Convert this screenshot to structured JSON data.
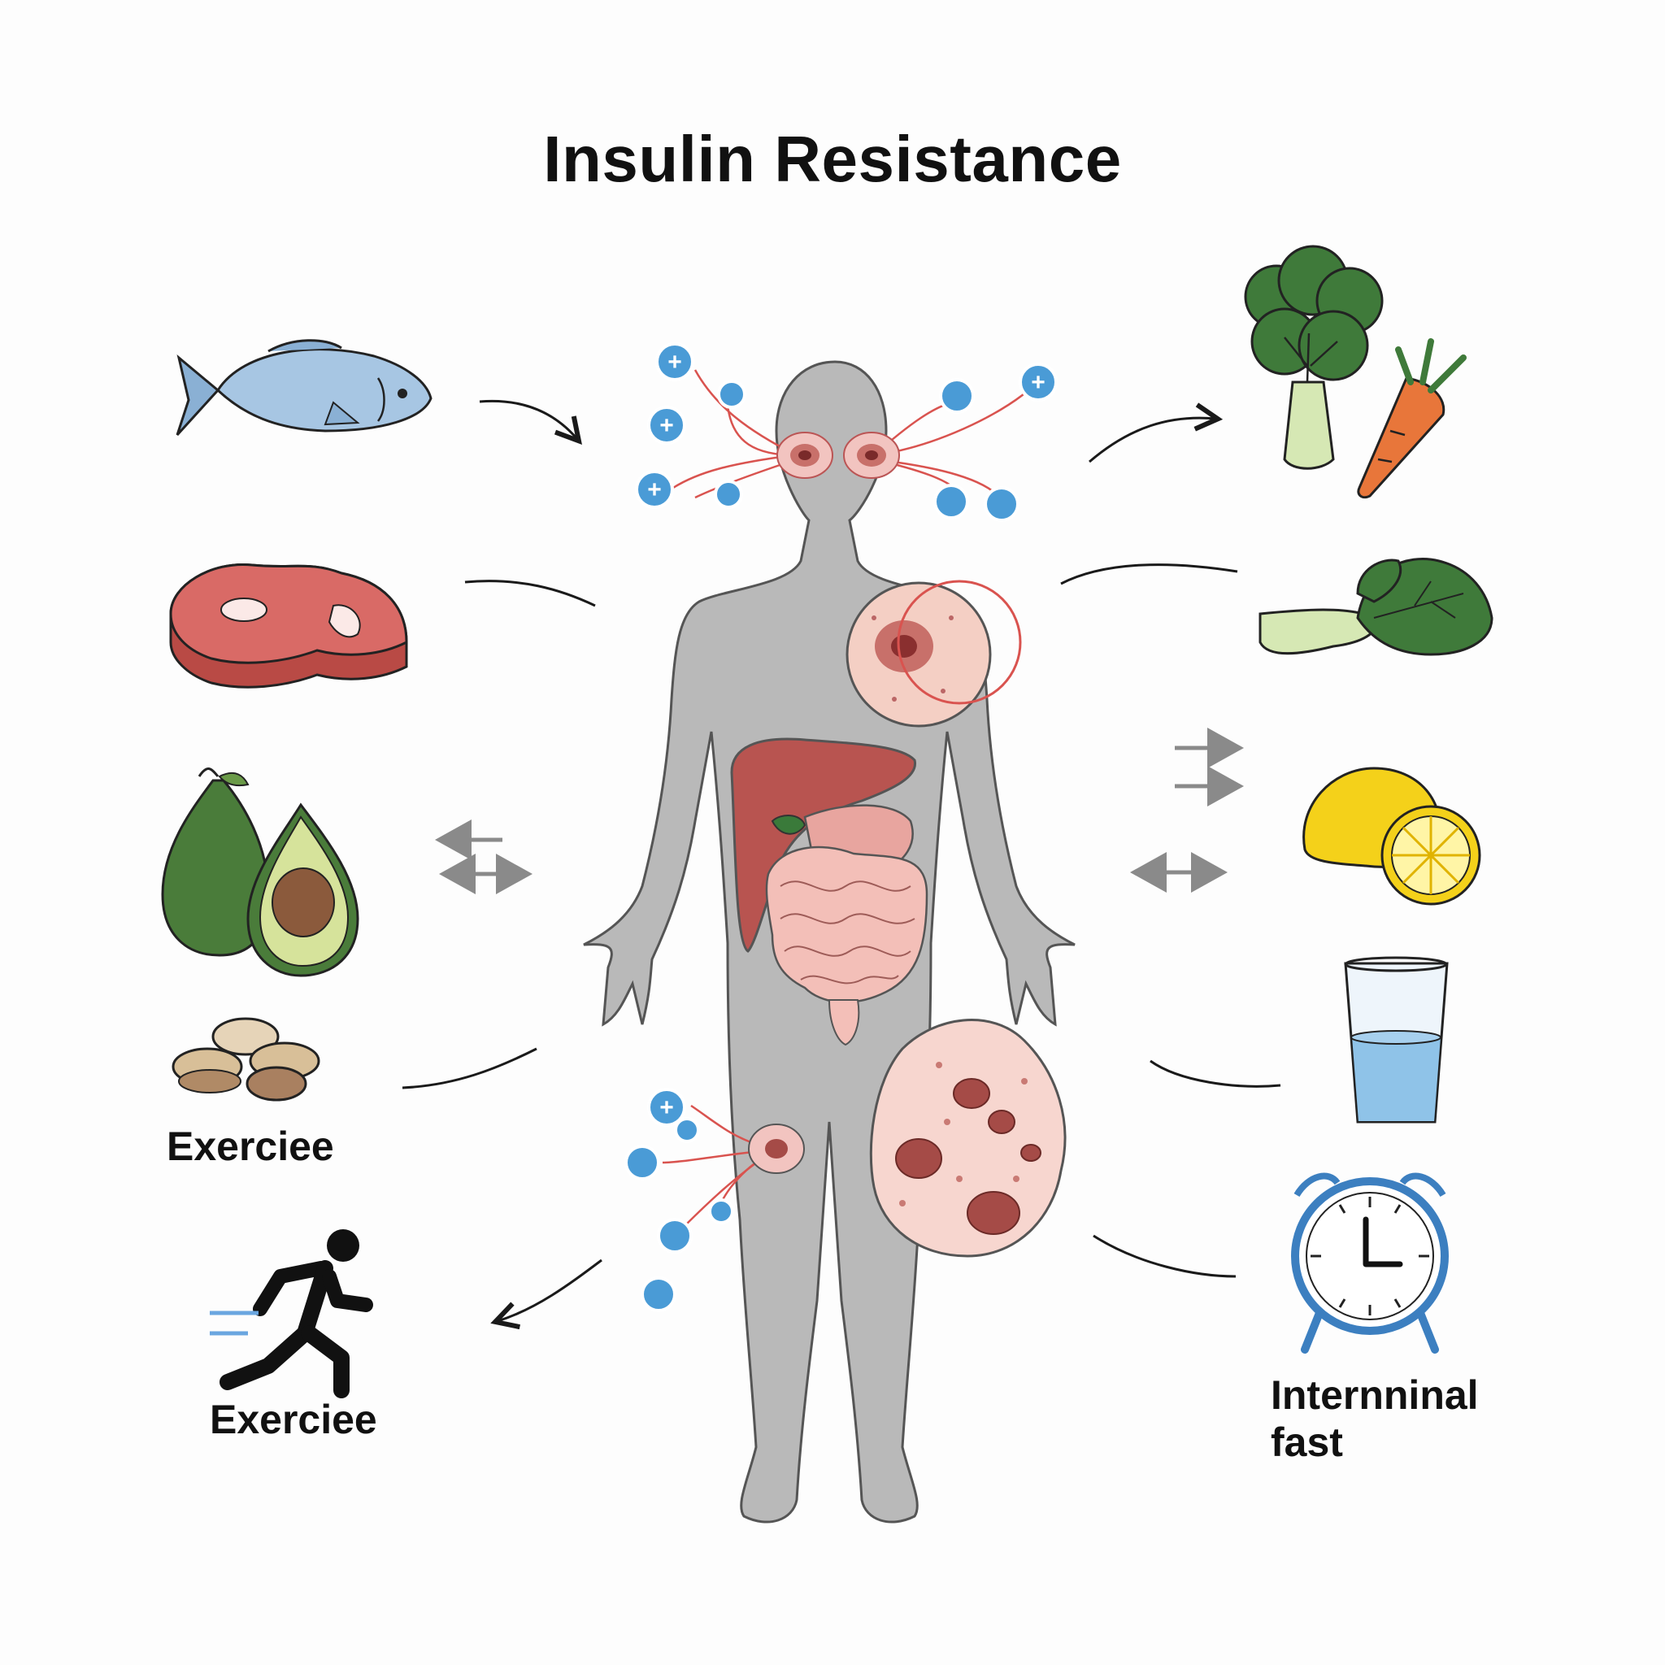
{
  "title": "Insulin Resistance",
  "labels": {
    "exercise_1": "Exerciee",
    "exercise_2": "Exerciee",
    "fasting_line1": "Internninal",
    "fasting_line2": "fast"
  },
  "icons": {
    "left": [
      "fish-icon",
      "steak-icon",
      "avocado-icon",
      "nuts-icon",
      "running-person-icon"
    ],
    "right": [
      "broccoli-icon",
      "carrot-icon",
      "leafy-greens-icon",
      "lemon-icon",
      "water-glass-icon",
      "alarm-clock-icon"
    ],
    "center": [
      "human-body-silhouette",
      "liver-icon",
      "intestines-icon",
      "fat-cell-icon",
      "muscle-cell-icon"
    ]
  },
  "colors": {
    "body": "#b9b9b9",
    "molecule": "#4a9bd6",
    "signal_lines": "#d9534f",
    "arrows_dark": "#1a1a1a",
    "arrows_gray": "#8a8a8a"
  }
}
